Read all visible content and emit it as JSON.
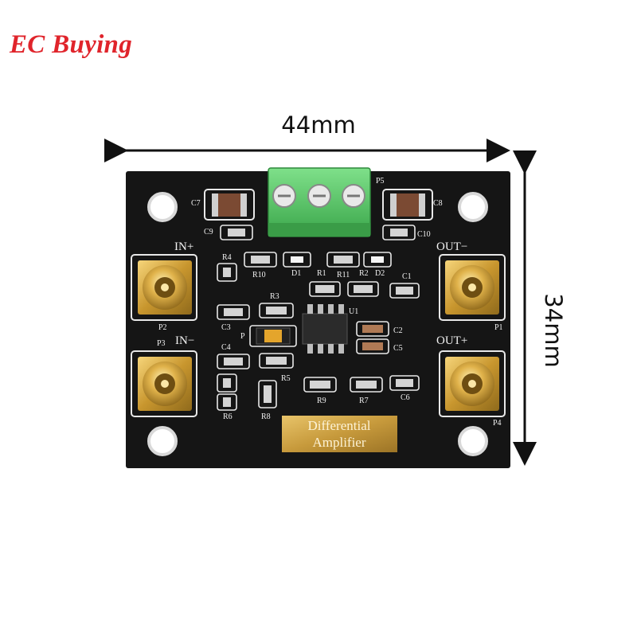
{
  "brand": {
    "name": "EC Buying",
    "color": "#e0242b"
  },
  "dimensions": {
    "width": "44mm",
    "height": "34mm"
  },
  "board": {
    "color": "#111111",
    "title_line1": "Differential",
    "title_line2": "Amplifier",
    "ports": {
      "in_plus": "IN+",
      "in_minus": "IN−",
      "out_minus": "OUT−",
      "out_plus": "OUT+"
    },
    "designators": {
      "c7": "C7",
      "c8": "C8",
      "c9": "C9",
      "c10": "C10",
      "p5": "P5",
      "r4": "R4",
      "r10": "R10",
      "d1": "D1",
      "r1": "R1",
      "r11": "R11",
      "r2": "R2",
      "d2": "D2",
      "c1": "C1",
      "r3": "R3",
      "u1": "U1",
      "c2": "C2",
      "c5": "C5",
      "c3": "C3",
      "c4": "C4",
      "p": "P",
      "r5": "R5",
      "r6": "R6",
      "r8": "R8",
      "r9": "R9",
      "r7": "R7",
      "c6": "C6",
      "p1": "P1",
      "p2": "P2",
      "p3": "P3",
      "p4": "P4"
    }
  }
}
